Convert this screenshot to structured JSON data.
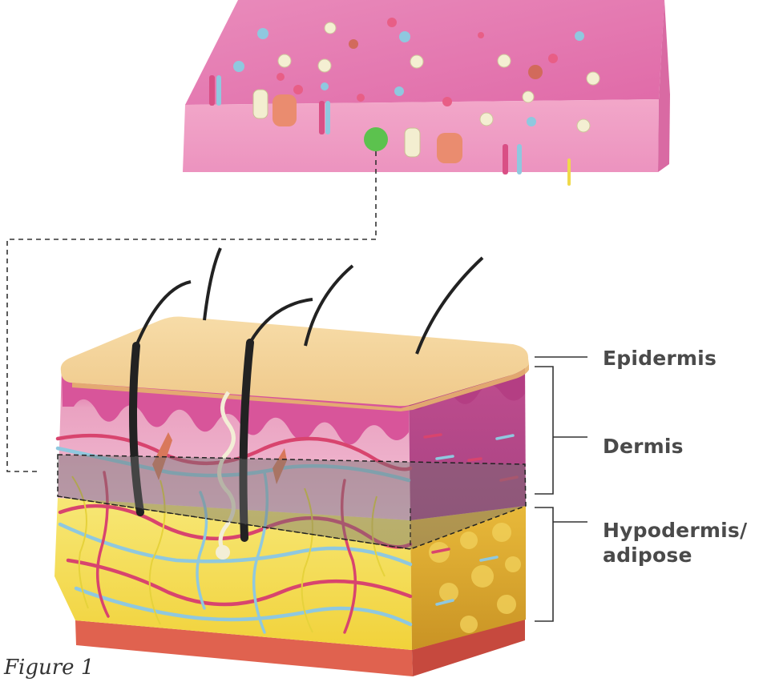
{
  "labels": {
    "epidermis": "Epidermis",
    "dermis": "Dermis",
    "hypodermis_line1": "Hypodermis/",
    "hypodermis_line2": "adipose"
  },
  "caption": "Figure 1",
  "colors": {
    "patch_pink": "#e97fb4",
    "epidermis_beige": "#f3d39a",
    "dermis_pink": "#e8a3c0",
    "hypodermis_yellow": "#f4dc3a",
    "marker_green": "#5cc24e",
    "label_text": "#4a4a4a"
  }
}
